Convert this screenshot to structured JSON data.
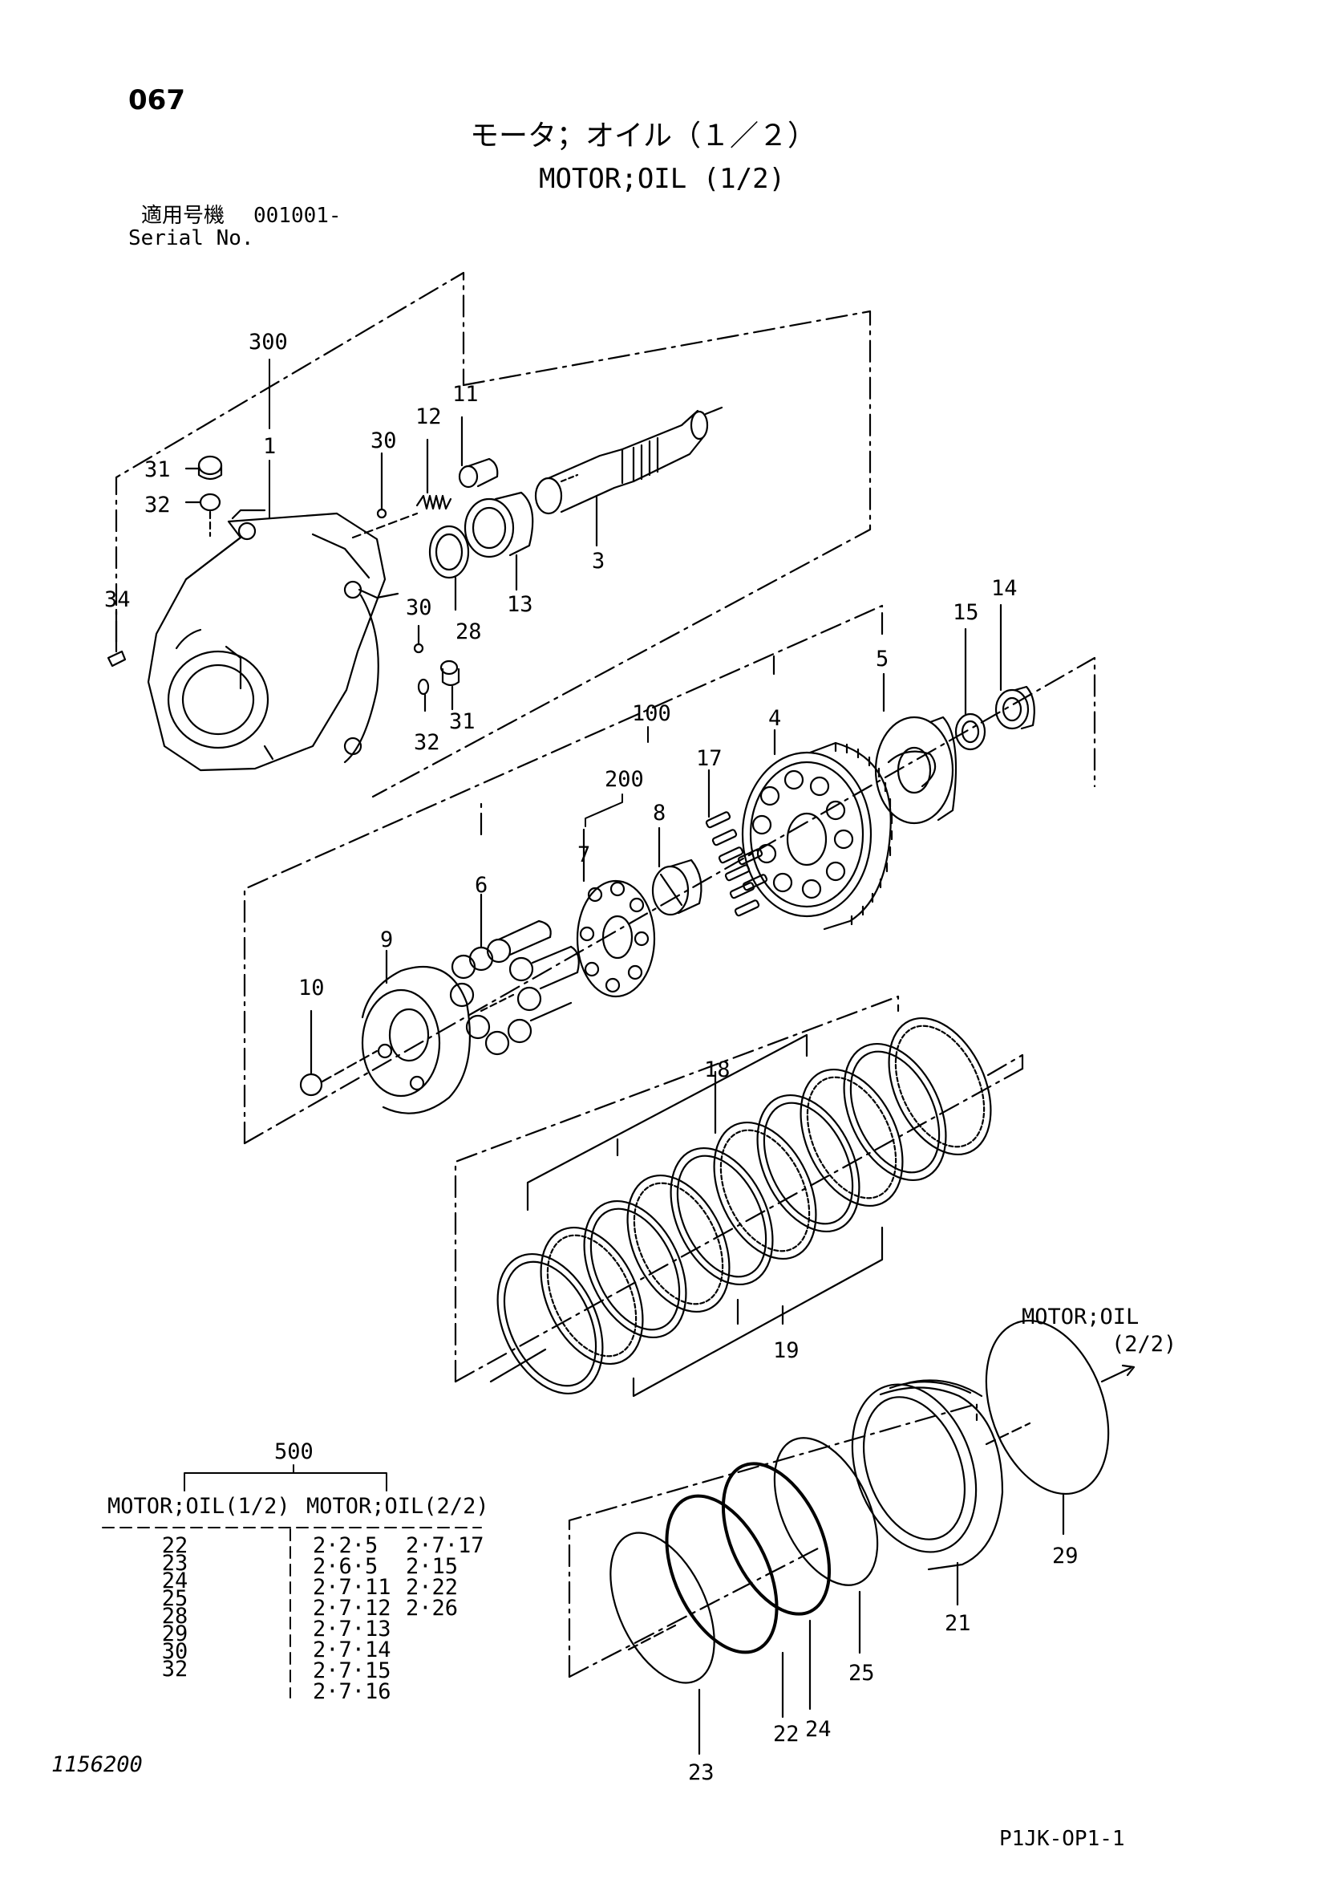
{
  "page_number": "067",
  "title_jp": "モータ；オイル（１／２）",
  "title_en": "MOTOR;OIL (1/2)",
  "serial": {
    "label_jp": "適用号機",
    "value": "001001-",
    "label_en": "Serial No."
  },
  "callouts": {
    "c300": "300",
    "c1": "1",
    "c11": "11",
    "c12": "12",
    "c30a": "30",
    "c31a": "31",
    "c32a": "32",
    "c3": "3",
    "c13": "13",
    "c28": "28",
    "c34": "34",
    "c30b": "30",
    "c31b": "31",
    "c32b": "32",
    "c14": "14",
    "c15": "15",
    "c5": "5",
    "c100": "100",
    "c4": "4",
    "c17": "17",
    "c200": "200",
    "c8": "8",
    "c7": "7",
    "c6": "6",
    "c9": "9",
    "c10": "10",
    "c18": "18",
    "c19": "19",
    "c29": "29",
    "c21": "21",
    "c25": "25",
    "c24": "24",
    "c22": "22",
    "c23": "23"
  },
  "continuation": {
    "line1": "MOTOR;OIL",
    "line2": "(2/2)"
  },
  "kit": {
    "number": "500",
    "col1_header": "MOTOR;OIL(1/2)",
    "col2_header": "MOTOR;OIL(2/2)",
    "col1_items": [
      "22",
      "23",
      "24",
      "25",
      "28",
      "29",
      "30",
      "32"
    ],
    "col2a_items": [
      "2·2·5",
      "2·6·5",
      "2·7·11",
      "2·7·12",
      "2·7·13",
      "2·7·14",
      "2·7·15",
      "2·7·16"
    ],
    "col2b_items": [
      "2·7·17",
      "2·15",
      "2·22",
      "2·26"
    ]
  },
  "drawing_number": "1156200",
  "page_code": "P1JK-OP1-1"
}
